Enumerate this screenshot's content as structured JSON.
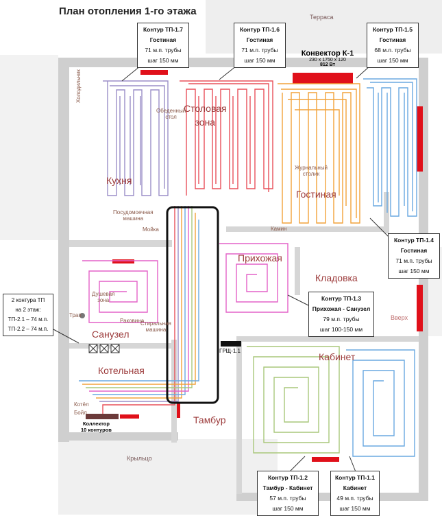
{
  "title": "План отопления 1-го этажа",
  "exterior": {
    "terrace": "Терраса",
    "porch": "Крыльцо",
    "up": "Вверх"
  },
  "rooms": {
    "dining": [
      "Столовая",
      "зона"
    ],
    "kitchen": "Кухня",
    "living": "Гостиная",
    "hall": "Прихожая",
    "storage": "Кладовка",
    "bathroom": "Санузел",
    "boiler": "Котельная",
    "office": "Кабинет",
    "vestibule": "Тамбур"
  },
  "furniture": {
    "fridge": "Холодильник",
    "dining_table": [
      "Обеденный",
      "стол"
    ],
    "coffee_table": [
      "Журнальный",
      "столик"
    ],
    "fireplace": "Камин",
    "dishwasher": [
      "Посудомоечная",
      "машина"
    ],
    "sink": "Мойка",
    "washer": [
      "Стиральная",
      "машина"
    ],
    "shower": [
      "Душевая",
      "зона"
    ],
    "sink2": "Раковина",
    "riser": "Трап",
    "boiler_unit": "Котёл",
    "boiler_small": "Бойл"
  },
  "convector": {
    "title": "Конвектор К-1",
    "size": "230 x 1750 x 120",
    "power": "812 Вт"
  },
  "grsch": "ГРЩ-1.1",
  "collector": {
    "line1": "Коллектор",
    "line2": "10 контуров"
  },
  "second_floor_note": {
    "line1": "2 контура ТП",
    "line2": "на 2 этаж:",
    "line3": "ТП-2.1 – 74 м.п.",
    "line4": "ТП-2.2 – 74 м.п."
  },
  "circuits": [
    {
      "id": "Контур ТП-1.7",
      "room": "Гостиная",
      "pipe": "71 м.п. трубы",
      "step": "шаг 150 мм"
    },
    {
      "id": "Контур ТП-1.6",
      "room": "Гостиная",
      "pipe": "71 м.п. трубы",
      "step": "шаг 150 мм"
    },
    {
      "id": "Контур ТП-1.5",
      "room": "Гостиная",
      "pipe": "68 м.п. трубы",
      "step": "шаг 150 мм"
    },
    {
      "id": "Контур ТП-1.4",
      "room": "Гостиная",
      "pipe": "71 м.п. трубы",
      "step": "шаг 150 мм"
    },
    {
      "id": "Контур ТП-1.3",
      "room": "Прихожая - Санузел",
      "pipe": "79 м.п. трубы",
      "step": "шаг 100-150 мм"
    },
    {
      "id": "Контур ТП-1.2",
      "room": "Тамбур - Кабинет",
      "pipe": "57 м.п. трубы",
      "step": "шаг 150 мм"
    },
    {
      "id": "Контур ТП-1.1",
      "room": "Кабинет",
      "pipe": "49 м.п. трубы",
      "step": "шаг 150 мм"
    }
  ],
  "colors": {
    "tp17": "#9b8ec8",
    "tp16": "#e8505a",
    "tp15": "#f2a23a",
    "tp14": "#6aa8e0",
    "tp13": "#e462c8",
    "tp12": "#a9c77a",
    "tp11": "#6aa8e0",
    "wall": "#d0d0d0",
    "radiator": "#e0101a",
    "highlight": "#111111"
  }
}
